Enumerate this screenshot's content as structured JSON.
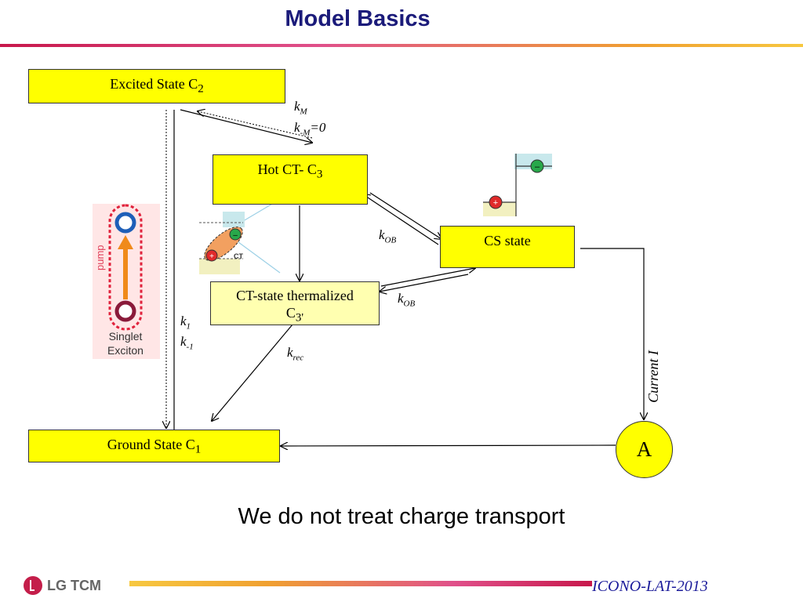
{
  "title": "Model Basics",
  "boxes": {
    "excited": {
      "text": "Excited State C",
      "sub": "2"
    },
    "hot_ct": {
      "text": "Hot CT- C",
      "sub": "3"
    },
    "cs_state": {
      "text": "CS state"
    },
    "ct_thermalized": {
      "line1": "CT-state thermalized",
      "line2": "C",
      "sub": "3'"
    },
    "ground": {
      "text": "Ground State C",
      "sub": "1"
    },
    "node_a": "A"
  },
  "labels": {
    "km": {
      "base": "k",
      "sub": "M"
    },
    "k_minus_m": {
      "base": "k",
      "sub": "-M",
      "tail": "=0"
    },
    "kob_upper": {
      "base": "k",
      "sub": "OB"
    },
    "kob_lower": {
      "base": "k",
      "sub": "OB"
    },
    "k1": {
      "base": "k",
      "sub": "1"
    },
    "k_minus_1": {
      "base": "k",
      "sub": "-1"
    },
    "krec": {
      "base": "k",
      "sub": "rec"
    },
    "current": "Current  I"
  },
  "inset": {
    "pump": "pump",
    "singlet_line1": "Singlet",
    "singlet_line2": "Exciton",
    "ct": "CT"
  },
  "note": "We do not treat charge transport",
  "footer": {
    "logo": "LG TCM",
    "conference": "ICONO-LAT-2013"
  },
  "colors": {
    "title": "#1b1b7a",
    "box_fill": "#ffff00",
    "box_light_fill": "#ffffb0",
    "footer_text": "#1b1b9a"
  }
}
